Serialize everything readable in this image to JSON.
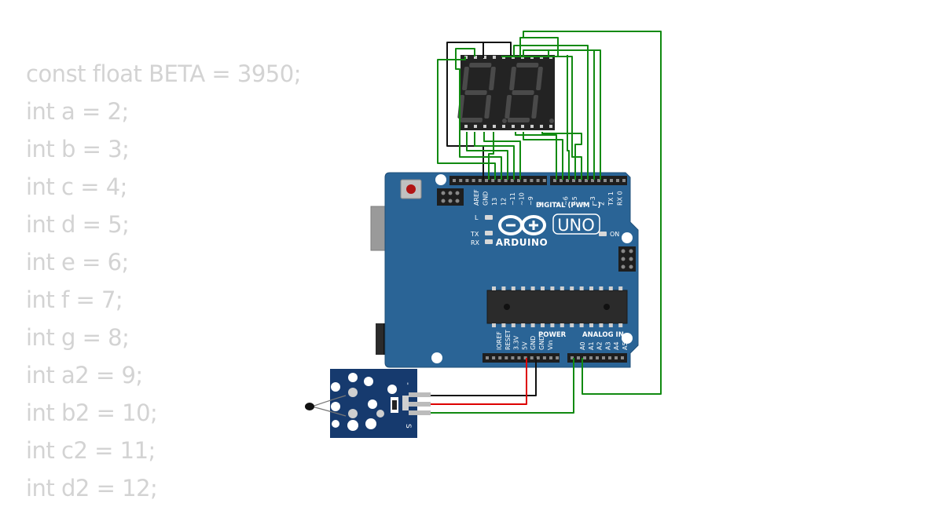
{
  "code_lines": [
    "const float BETA = 3950;",
    "int a = 2;",
    "int b = 3;",
    "int c = 4;",
    "int d = 5;",
    "int e = 6;",
    "int f = 7;",
    "int g = 8;",
    "int a2 = 9;",
    "int b2 = 10;",
    "int c2 = 11;",
    "int d2 = 12;"
  ],
  "board": {
    "brand": "ARDUINO",
    "model": "UNO",
    "digital_label": "DIGITAL (PWM ~)",
    "power_label": "POWER",
    "analog_label": "ANALOG IN",
    "on_label": "ON",
    "led_l": "L",
    "led_tx": "TX",
    "led_rx": "RX",
    "digital_pins_left": [
      "AREF",
      "GND",
      "13",
      "12",
      "~11",
      "~10",
      "~9",
      "8"
    ],
    "digital_pins_right": [
      "7",
      "~6",
      "~5",
      "4",
      "~3",
      "2",
      "TX 1",
      "RX 0"
    ],
    "power_pins": [
      "IOREF",
      "RESET",
      "3.3V",
      "5V",
      "GND",
      "GND",
      "Vin"
    ],
    "analog_pins": [
      "A0",
      "A1",
      "A2",
      "A3",
      "A4",
      "A5"
    ]
  },
  "sensor": {
    "pin_minus": "-",
    "pin_s": "S"
  },
  "colors": {
    "board": "#2a6496",
    "wire_green": "#118a11",
    "wire_black": "#111111",
    "wire_red": "#dd0000",
    "sensor_pcb": "#163a6e",
    "code_text": "#d3d3d3"
  }
}
